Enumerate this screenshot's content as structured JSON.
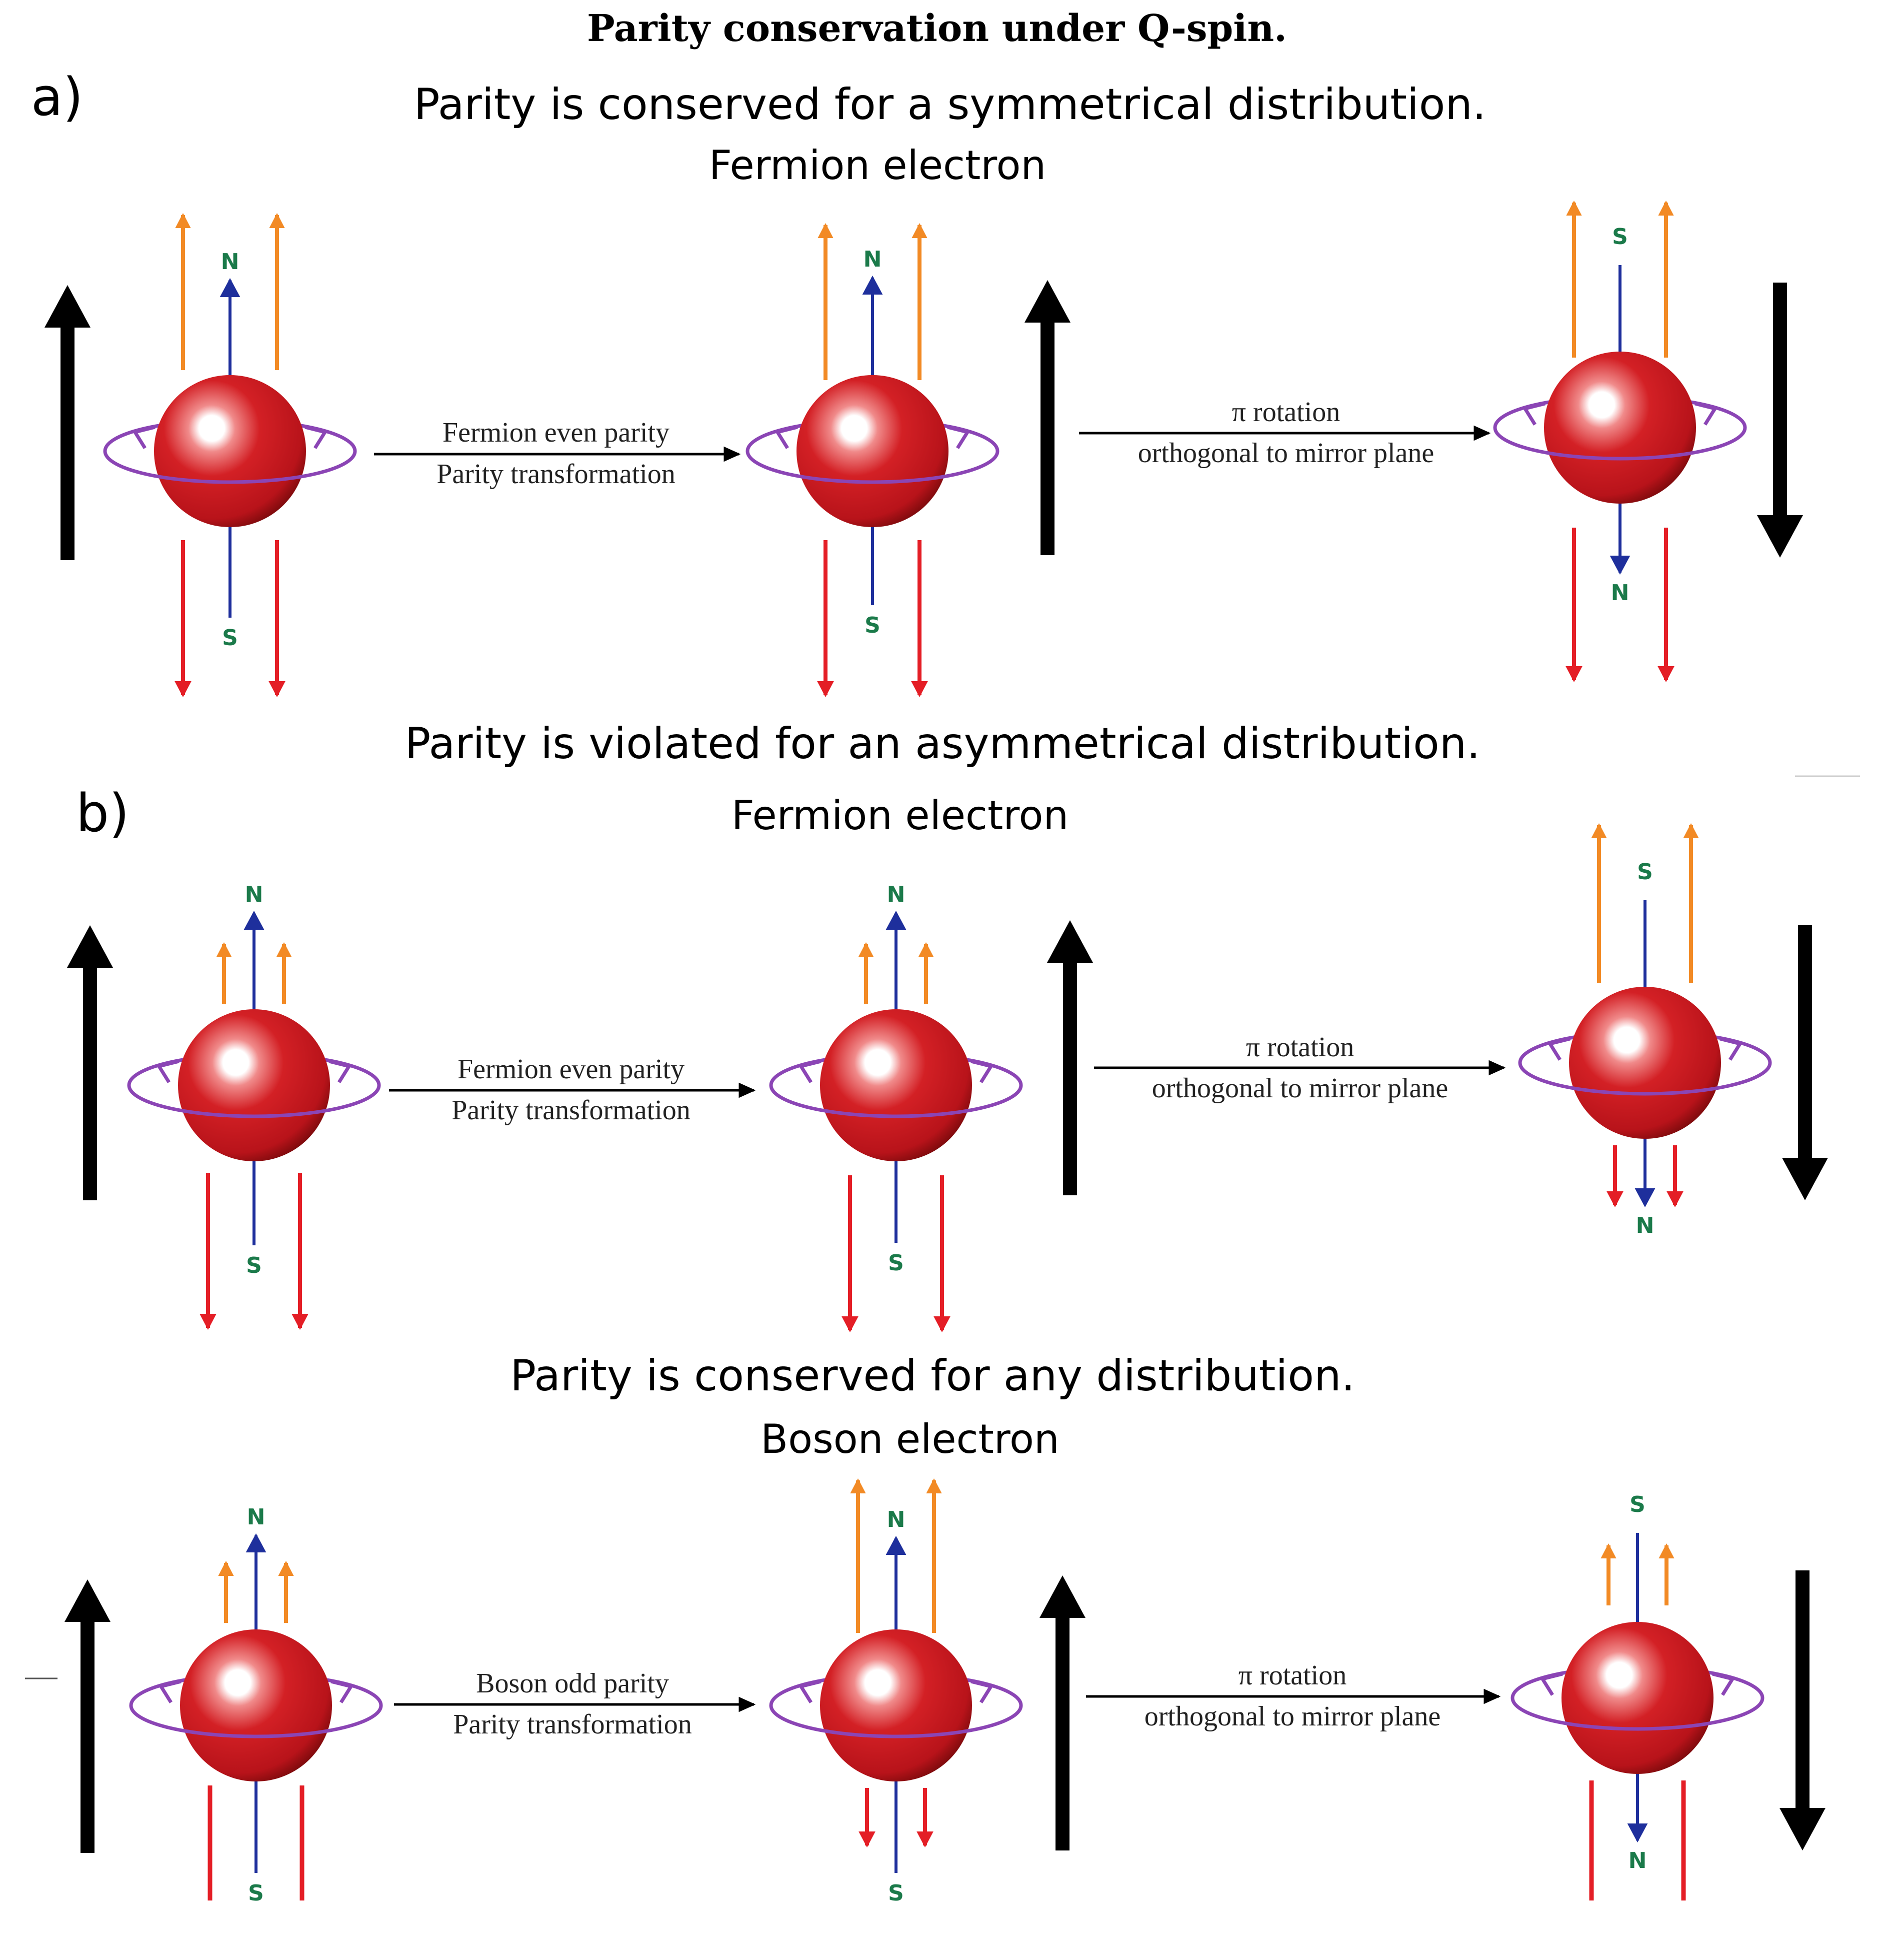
{
  "figure": {
    "title": "Parity conservation under Q-spin.",
    "panel_a_label": "a)",
    "panel_b_label": "b)",
    "section1_heading": "Parity is conserved for a symmetrical distribution.",
    "section1_subheading": "Fermion electron",
    "section2_heading": "Parity is violated for an asymmetrical distribution.",
    "section2_subheading": "Fermion electron",
    "section3_heading": "Parity is conserved for any distribution.",
    "section3_subheading": "Boson electron",
    "transform_fermion_line1": "Fermion even  parity",
    "transform_boson_line1": "Boson odd parity",
    "transform_line2": "Parity transformation",
    "rotation_line1": "π rotation",
    "rotation_line2": "orthogonal to mirror plane",
    "pole_north": "N",
    "pole_south": "S"
  },
  "colors": {
    "sphere": "#c8171c",
    "sphere_dark": "#7a0a0c",
    "orbit": "#8b45b5",
    "axis": "#1e2f9c",
    "field_orange": "#f28a25",
    "field_red": "#e41e26",
    "spin_arrow": "#000000",
    "pole_label": "#1b7a4a"
  }
}
